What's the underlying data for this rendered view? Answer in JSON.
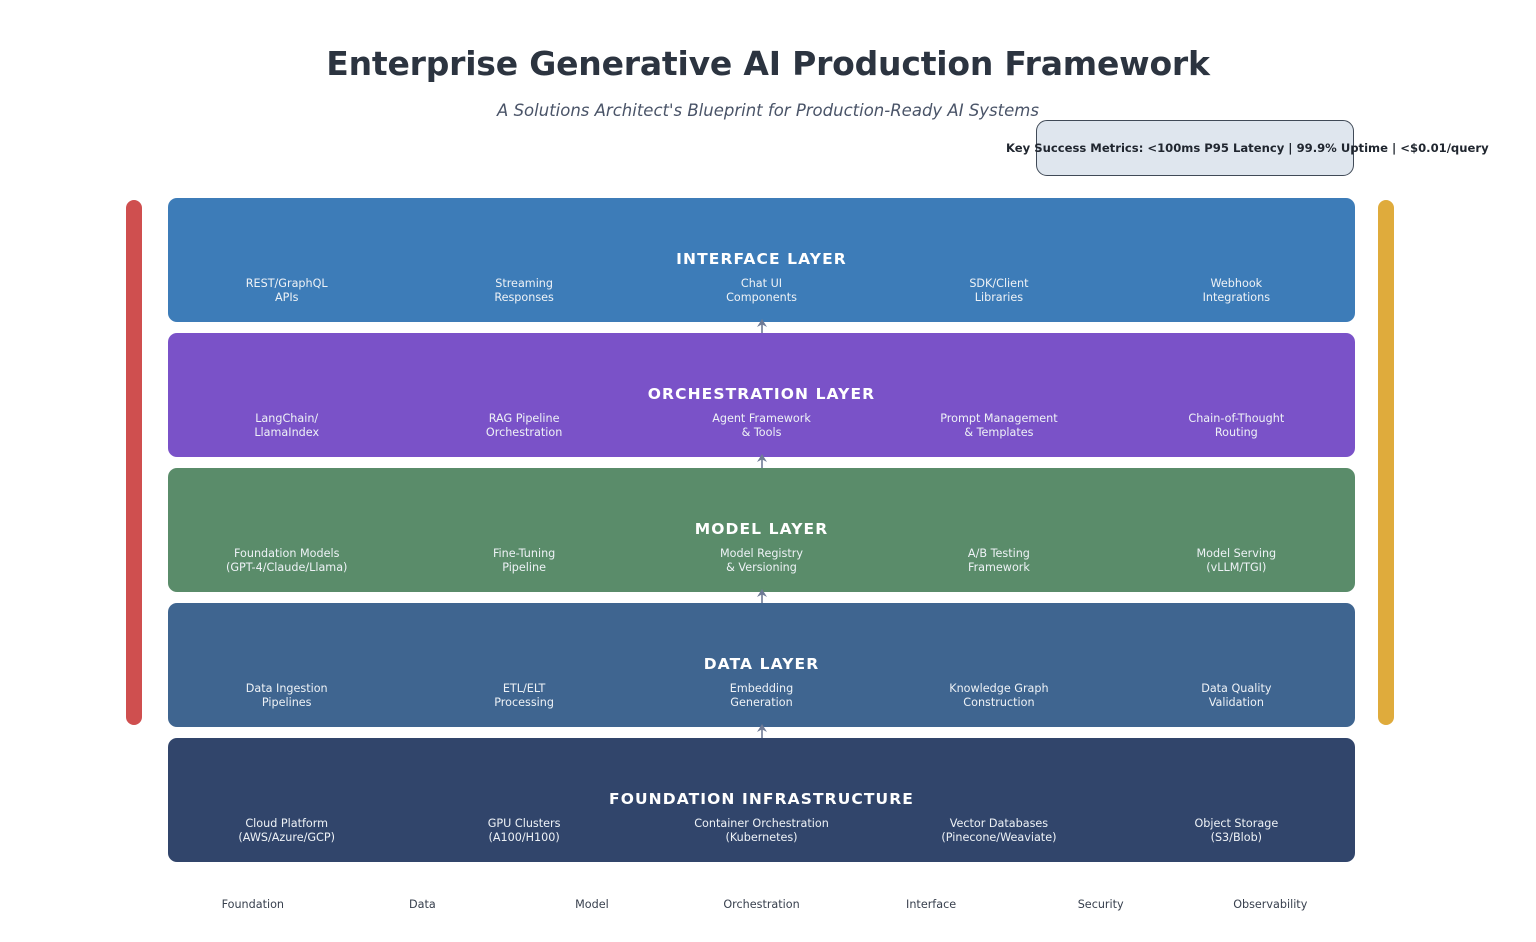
{
  "header": {
    "title": "Enterprise Generative AI Production Framework",
    "subtitle": "A Solutions Architect's Blueprint for Production-Ready AI Systems"
  },
  "metrics_callout": {
    "text": "Key Success Metrics: <100ms P95 Latency | 99.9% Uptime | <$0.01/query",
    "box_fill": "#dfe6ee",
    "box_border": "#404a57"
  },
  "side_bars": [
    {
      "name": "Security",
      "color": "#cf4f4f",
      "side": "left"
    },
    {
      "name": "Observability",
      "color": "#dfab3c",
      "side": "right"
    }
  ],
  "layers": [
    {
      "title": "INTERFACE LAYER",
      "color": "#3d7cb8",
      "components": [
        "REST/GraphQL\nAPIs",
        "Streaming\nResponses",
        "Chat UI\nComponents",
        "SDK/Client\nLibraries",
        "Webhook\nIntegrations"
      ]
    },
    {
      "title": "ORCHESTRATION LAYER",
      "color": "#7a52c8",
      "components": [
        "LangChain/\nLlamaIndex",
        "RAG Pipeline\nOrchestration",
        "Agent Framework\n& Tools",
        "Prompt Management\n& Templates",
        "Chain-of-Thought\nRouting"
      ]
    },
    {
      "title": "MODEL LAYER",
      "color": "#5a8c6a",
      "components": [
        "Foundation Models\n(GPT-4/Claude/Llama)",
        "Fine-Tuning\nPipeline",
        "Model Registry\n& Versioning",
        "A/B Testing\nFramework",
        "Model Serving\n(vLLM/TGI)"
      ]
    },
    {
      "title": "DATA LAYER",
      "color": "#3f6590",
      "components": [
        "Data Ingestion\nPipelines",
        "ETL/ELT\nProcessing",
        "Embedding\nGeneration",
        "Knowledge Graph\nConstruction",
        "Data Quality\nValidation"
      ]
    },
    {
      "title": "FOUNDATION INFRASTRUCTURE",
      "color": "#31456b",
      "components": [
        "Cloud Platform\n(AWS/Azure/GCP)",
        "GPU Clusters\n(A100/H100)",
        "Container Orchestration\n(Kubernetes)",
        "Vector Databases\n(Pinecone/Weaviate)",
        "Object Storage\n(S3/Blob)"
      ]
    }
  ],
  "legend": [
    "Foundation",
    "Data",
    "Model",
    "Orchestration",
    "Interface",
    "Security",
    "Observability"
  ]
}
